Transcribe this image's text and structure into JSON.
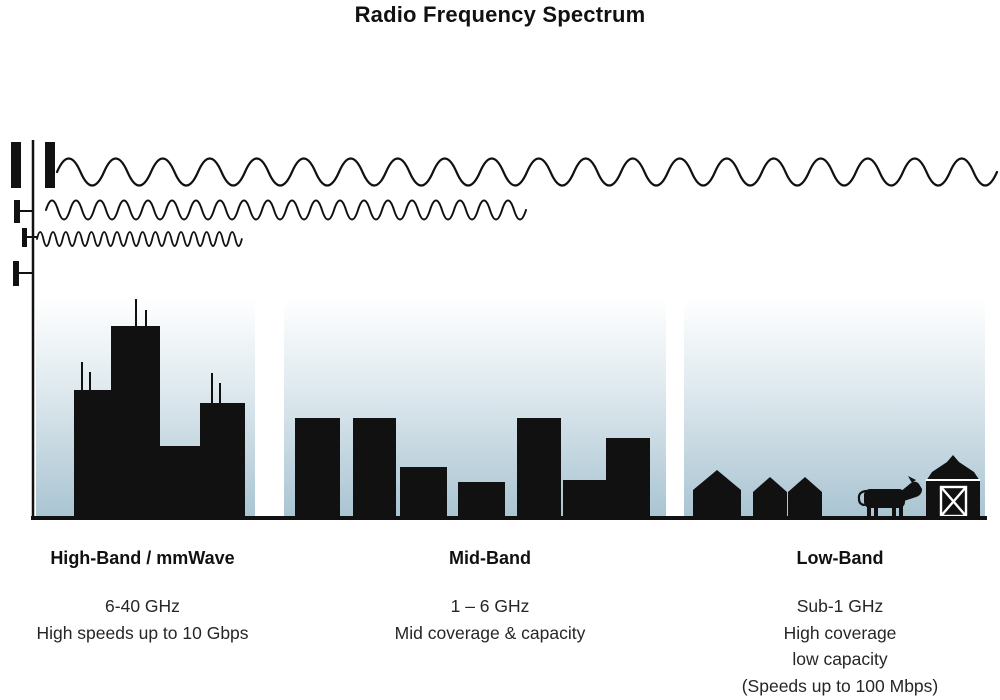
{
  "title": "Radio Frequency Spectrum",
  "bands": [
    {
      "name": "High-Band / mmWave",
      "lines": [
        "6-40 GHz",
        "High speeds up to 10 Gbps"
      ],
      "scene_icon": "city-skyline-icon",
      "wave_icon": "short-wavelength-wave-icon"
    },
    {
      "name": "Mid-Band",
      "lines": [
        "1 – 6 GHz",
        "Mid coverage & capacity"
      ],
      "scene_icon": "midrise-buildings-icon",
      "wave_icon": "medium-wavelength-wave-icon"
    },
    {
      "name": "Low-Band",
      "lines": [
        "Sub-1 GHz",
        "High coverage",
        "low capacity",
        "(Speeds up to 100 Mbps)"
      ],
      "scene_icon": "rural-scene-icon",
      "wave_icon": "long-wavelength-wave-icon"
    }
  ],
  "icons": {
    "tower": "cell-tower-icon",
    "waves": [
      "long-wavelength-wave-icon",
      "medium-wavelength-wave-icon",
      "short-wavelength-wave-icon"
    ],
    "scenes": [
      "city-skyline-icon",
      "midrise-buildings-icon",
      "rural-scene-icon"
    ],
    "extras": [
      "cow-icon",
      "barn-icon"
    ]
  },
  "colors": {
    "ink": "#111111",
    "sky_top": "#ffffff",
    "sky_bottom": "#a9c4d2"
  }
}
